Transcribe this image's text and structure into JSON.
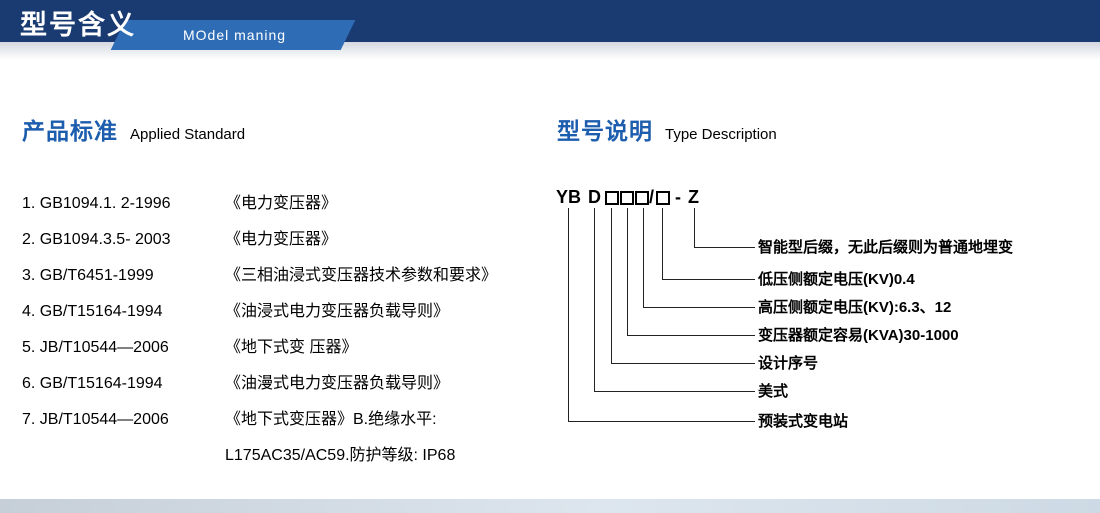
{
  "header": {
    "title_zh": "型号含义",
    "title_en": "MOdel maning"
  },
  "sections": {
    "standards": {
      "title_zh": "产品标准",
      "title_en": "Applied Standard"
    },
    "model": {
      "title_zh": "型号说明",
      "title_en": "Type Description"
    }
  },
  "standards": {
    "items": [
      {
        "code": "1. GB1094.1. 2-1996",
        "title": "《电力变压器》"
      },
      {
        "code": "2. GB1094.3.5- 2003",
        "title": "《电力变压器》"
      },
      {
        "code": "3. GB/T6451-1999",
        "title": "《三相油浸式变压器技术参数和要求》"
      },
      {
        "code": "4. GB/T15164-1994",
        "title": "《油浸式电力变压器负载导则》"
      },
      {
        "code": "5. JB/T10544—2006",
        "title": "《地下式变 压器》"
      },
      {
        "code": "6. GB/T15164-1994",
        "title": "《油漫式电力变压器负载导则》"
      },
      {
        "code": "7. JB/T10544—2006",
        "title": "《地下式变压器》B.绝缘水平:"
      },
      {
        "code": "",
        "title": "L175AC35/AC59.防护等级: IP68"
      }
    ]
  },
  "model": {
    "code": {
      "prefix": "YB",
      "letter_d": "D",
      "slash": "/",
      "dash": "-",
      "suffix": "Z"
    },
    "labels": [
      "智能型后缀，无此后缀则为普通地埋变",
      "低压侧额定电压(KV)0.4",
      "高压侧额定电压(KV):6.3、12",
      "变压器额定容易(KVA)30-1000",
      "设计序号",
      "美式",
      "预装式变电站"
    ]
  },
  "colors": {
    "header_bg": "#1a3a72",
    "ribbon": "#2e6cb6",
    "section_title": "#1c5dae"
  }
}
